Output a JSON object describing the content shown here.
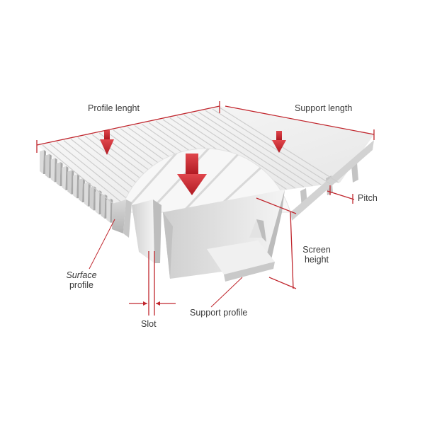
{
  "labels": {
    "profile_length": "Profile lenght",
    "support_length": "Support length",
    "pitch": "Pitch",
    "screen_height_1": "Screen",
    "screen_height_2": "height",
    "surface_profile_1": "Surface",
    "surface_profile_2": "profile",
    "slot": "Slot",
    "support_profile": "Support profile"
  },
  "colors": {
    "dimension_line": "#c0262d",
    "arrow": "#c8202a",
    "metal_light": "#f2f2f2",
    "metal_mid": "#d6d6d6",
    "metal_dark": "#a9a9a9",
    "leader": "#c0262d"
  },
  "icons": [
    "flow-arrow-icon"
  ]
}
